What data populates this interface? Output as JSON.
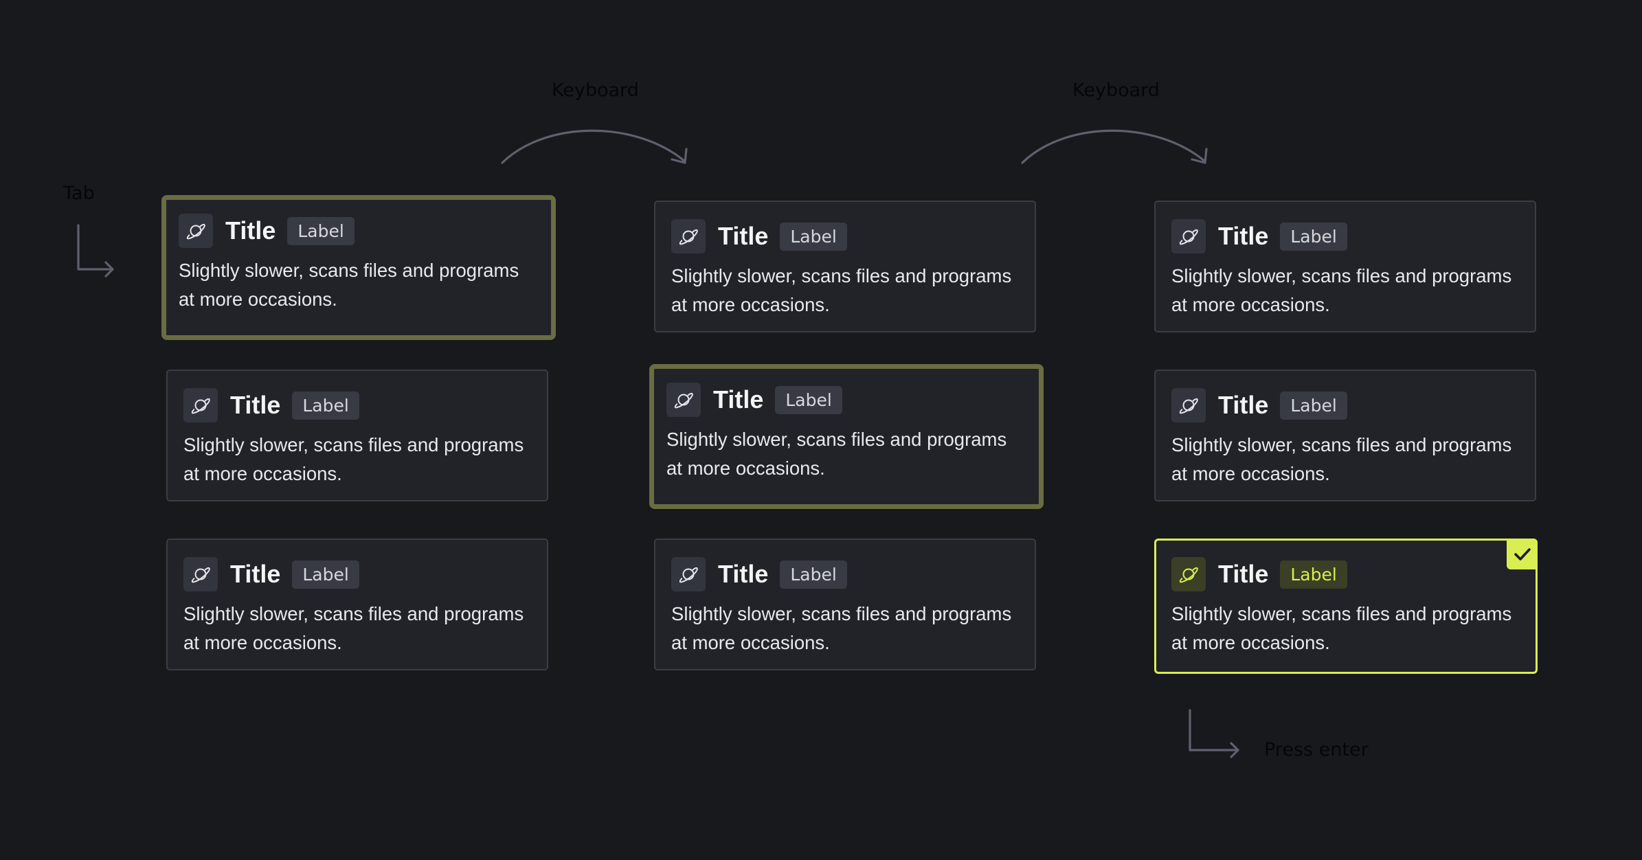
{
  "annotations": {
    "tab": "Tab",
    "keyboard_1": "Keyboard",
    "keyboard_2": "Keyboard",
    "press_enter": "Press enter"
  },
  "colors": {
    "background": "#18191d",
    "card": "#222329",
    "focus_ring": "#6a6d42",
    "accent": "#d8ee52"
  },
  "columns": [
    {
      "cards": [
        {
          "state": "focused",
          "icon": "planet-icon",
          "title": "Title",
          "label": "Label",
          "description": "Slightly slower, scans files and programs at more occasions."
        },
        {
          "state": "default",
          "icon": "planet-icon",
          "title": "Title",
          "label": "Label",
          "description": "Slightly slower, scans files and programs at more occasions."
        },
        {
          "state": "default",
          "icon": "planet-icon",
          "title": "Title",
          "label": "Label",
          "description": "Slightly slower, scans files and programs at more occasions."
        }
      ]
    },
    {
      "cards": [
        {
          "state": "default",
          "icon": "planet-icon",
          "title": "Title",
          "label": "Label",
          "description": "Slightly slower, scans files and programs at more occasions."
        },
        {
          "state": "focused",
          "icon": "planet-icon",
          "title": "Title",
          "label": "Label",
          "description": "Slightly slower, scans files and programs at more occasions."
        },
        {
          "state": "default",
          "icon": "planet-icon",
          "title": "Title",
          "label": "Label",
          "description": "Slightly slower, scans files and programs at more occasions."
        }
      ]
    },
    {
      "cards": [
        {
          "state": "default",
          "icon": "planet-icon",
          "title": "Title",
          "label": "Label",
          "description": "Slightly slower, scans files and programs at more occasions."
        },
        {
          "state": "default",
          "icon": "planet-icon",
          "title": "Title",
          "label": "Label",
          "description": "Slightly slower, scans files and programs at more occasions."
        },
        {
          "state": "selected",
          "icon": "planet-icon",
          "title": "Title",
          "label": "Label",
          "description": "Slightly slower, scans files and programs at more occasions.",
          "checked_icon": "checkmark-icon"
        }
      ]
    }
  ]
}
